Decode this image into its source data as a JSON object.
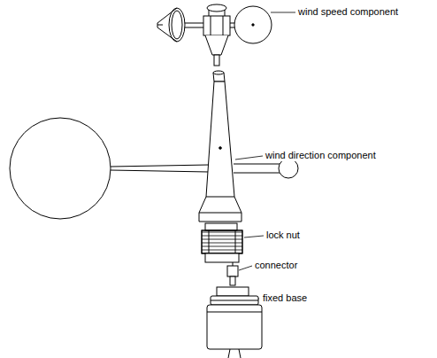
{
  "diagram": {
    "labels": [
      "wind speed component",
      "wind direction component",
      "lock nut",
      "connector",
      "fixed base"
    ]
  }
}
